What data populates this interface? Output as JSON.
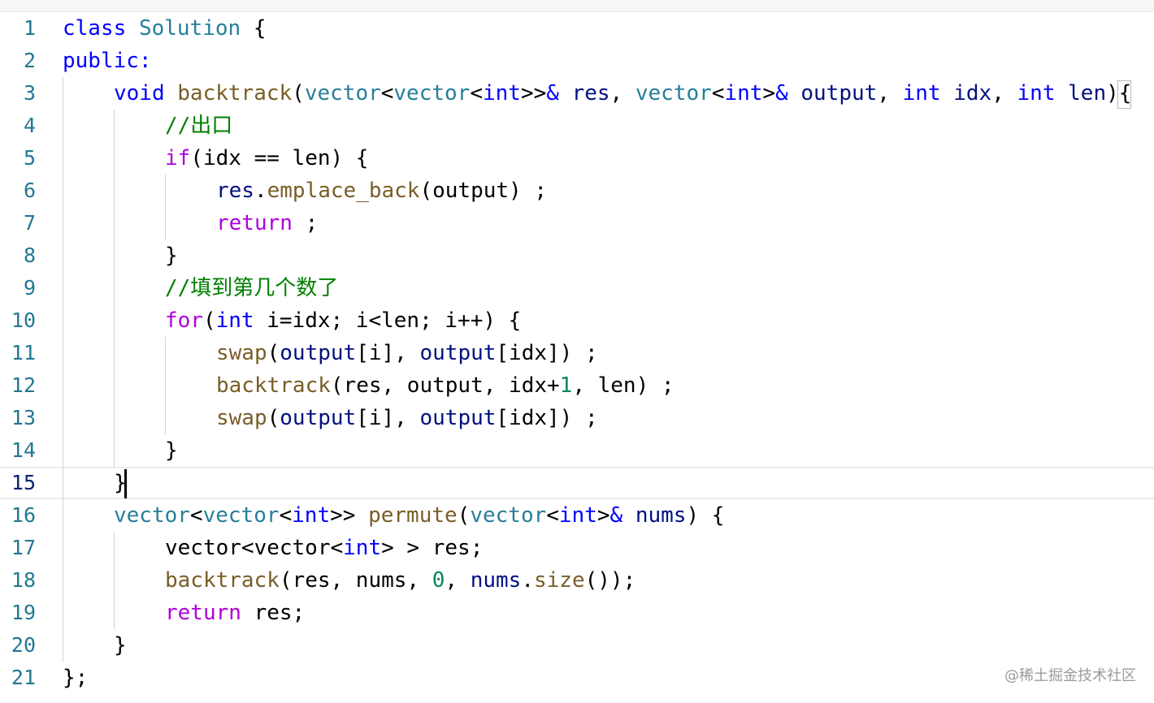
{
  "editor": {
    "current_line": 15,
    "colors": {
      "keyword": "#0000ff",
      "control": "#af00db",
      "type": "#267f99",
      "function": "#795e26",
      "variable": "#001080",
      "comment": "#008000",
      "number": "#098658",
      "plain": "#000000",
      "line_number": "#237893",
      "active_line_number": "#0b216f"
    },
    "lines": [
      {
        "n": "1",
        "indent": 0,
        "tokens": [
          [
            "class",
            "k"
          ],
          [
            " ",
            "p"
          ],
          [
            "Solution",
            "t"
          ],
          [
            " {",
            "p"
          ]
        ]
      },
      {
        "n": "2",
        "indent": 0,
        "tokens": [
          [
            "public:",
            "k"
          ]
        ]
      },
      {
        "n": "3",
        "indent": 1,
        "tokens": [
          [
            "void",
            "k"
          ],
          [
            " ",
            "p"
          ],
          [
            "backtrack",
            "f"
          ],
          [
            "(",
            "p"
          ],
          [
            "vector",
            "t"
          ],
          [
            "<",
            "p"
          ],
          [
            "vector",
            "t"
          ],
          [
            "<",
            "p"
          ],
          [
            "int",
            "k"
          ],
          [
            ">>",
            "p"
          ],
          [
            "&",
            "k"
          ],
          [
            " ",
            "p"
          ],
          [
            "res",
            "v"
          ],
          [
            ", ",
            "p"
          ],
          [
            "vector",
            "t"
          ],
          [
            "<",
            "p"
          ],
          [
            "int",
            "k"
          ],
          [
            ">",
            "p"
          ],
          [
            "&",
            "k"
          ],
          [
            " ",
            "p"
          ],
          [
            "output",
            "v"
          ],
          [
            ", ",
            "p"
          ],
          [
            "int",
            "k"
          ],
          [
            " ",
            "p"
          ],
          [
            "idx",
            "v"
          ],
          [
            ", ",
            "p"
          ],
          [
            "int",
            "k"
          ],
          [
            " ",
            "p"
          ],
          [
            "len",
            "v"
          ],
          [
            ")",
            "p"
          ],
          [
            "{",
            "p"
          ]
        ]
      },
      {
        "n": "4",
        "indent": 2,
        "tokens": [
          [
            "//出口",
            "c"
          ]
        ]
      },
      {
        "n": "5",
        "indent": 2,
        "tokens": [
          [
            "if",
            "x"
          ],
          [
            "(idx == len) {",
            "p"
          ]
        ]
      },
      {
        "n": "6",
        "indent": 3,
        "tokens": [
          [
            "res",
            "v"
          ],
          [
            ".",
            "p"
          ],
          [
            "emplace_back",
            "f"
          ],
          [
            "(output) ;",
            "p"
          ]
        ]
      },
      {
        "n": "7",
        "indent": 3,
        "tokens": [
          [
            "return",
            "x"
          ],
          [
            " ;",
            "p"
          ]
        ]
      },
      {
        "n": "8",
        "indent": 2,
        "tokens": [
          [
            "}",
            "p"
          ]
        ]
      },
      {
        "n": "9",
        "indent": 2,
        "tokens": [
          [
            "//填到第几个数了",
            "c"
          ]
        ]
      },
      {
        "n": "10",
        "indent": 2,
        "tokens": [
          [
            "for",
            "x"
          ],
          [
            "(",
            "p"
          ],
          [
            "int",
            "k"
          ],
          [
            " i=idx; i<len; i++) {",
            "p"
          ]
        ]
      },
      {
        "n": "11",
        "indent": 3,
        "tokens": [
          [
            "swap",
            "f"
          ],
          [
            "(",
            "p"
          ],
          [
            "output",
            "v"
          ],
          [
            "[i], ",
            "p"
          ],
          [
            "output",
            "v"
          ],
          [
            "[idx]) ;",
            "p"
          ]
        ]
      },
      {
        "n": "12",
        "indent": 3,
        "tokens": [
          [
            "backtrack",
            "f"
          ],
          [
            "(res, output, idx+",
            "p"
          ],
          [
            "1",
            "n"
          ],
          [
            ", len) ;",
            "p"
          ]
        ]
      },
      {
        "n": "13",
        "indent": 3,
        "tokens": [
          [
            "swap",
            "f"
          ],
          [
            "(",
            "p"
          ],
          [
            "output",
            "v"
          ],
          [
            "[i], ",
            "p"
          ],
          [
            "output",
            "v"
          ],
          [
            "[idx]) ;",
            "p"
          ]
        ]
      },
      {
        "n": "14",
        "indent": 2,
        "tokens": [
          [
            "}",
            "p"
          ]
        ]
      },
      {
        "n": "15",
        "indent": 1,
        "tokens": [
          [
            "}",
            "p"
          ]
        ]
      },
      {
        "n": "16",
        "indent": 1,
        "tokens": [
          [
            "vector",
            "t"
          ],
          [
            "<",
            "p"
          ],
          [
            "vector",
            "t"
          ],
          [
            "<",
            "p"
          ],
          [
            "int",
            "k"
          ],
          [
            ">> ",
            "p"
          ],
          [
            "permute",
            "f"
          ],
          [
            "(",
            "p"
          ],
          [
            "vector",
            "t"
          ],
          [
            "<",
            "p"
          ],
          [
            "int",
            "k"
          ],
          [
            ">",
            "p"
          ],
          [
            "&",
            "k"
          ],
          [
            " ",
            "p"
          ],
          [
            "nums",
            "v"
          ],
          [
            ") {",
            "p"
          ]
        ]
      },
      {
        "n": "17",
        "indent": 2,
        "tokens": [
          [
            "vector<vector<",
            "p"
          ],
          [
            "int",
            "k"
          ],
          [
            "> > res;",
            "p"
          ]
        ]
      },
      {
        "n": "18",
        "indent": 2,
        "tokens": [
          [
            "backtrack",
            "f"
          ],
          [
            "(res, nums, ",
            "p"
          ],
          [
            "0",
            "n"
          ],
          [
            ", ",
            "p"
          ],
          [
            "nums",
            "v"
          ],
          [
            ".",
            "p"
          ],
          [
            "size",
            "f"
          ],
          [
            "());",
            "p"
          ]
        ]
      },
      {
        "n": "19",
        "indent": 2,
        "tokens": [
          [
            "return",
            "x"
          ],
          [
            " res;",
            "p"
          ]
        ]
      },
      {
        "n": "20",
        "indent": 1,
        "tokens": [
          [
            "}",
            "p"
          ]
        ]
      },
      {
        "n": "21",
        "indent": 0,
        "tokens": [
          [
            "};",
            "p"
          ]
        ]
      }
    ]
  },
  "watermark": "@稀土掘金技术社区"
}
